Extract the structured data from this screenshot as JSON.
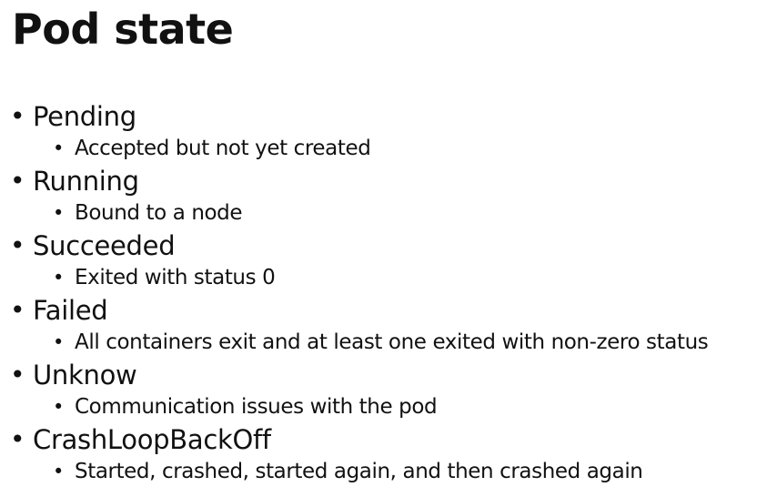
{
  "slide": {
    "title": "Pod state",
    "bullet_char": "•",
    "states": [
      {
        "name": "Pending",
        "detail": "Accepted but not yet created"
      },
      {
        "name": "Running",
        "detail": "Bound to a node"
      },
      {
        "name": "Succeeded",
        "detail": "Exited with status 0"
      },
      {
        "name": "Failed",
        "detail": "All containers exit and at least one exited with non-zero status"
      },
      {
        "name": "Unknow",
        "detail": "Communication issues with the pod"
      },
      {
        "name": "CrashLoopBackOff",
        "detail": "Started, crashed, started again, and then crashed again"
      }
    ]
  }
}
